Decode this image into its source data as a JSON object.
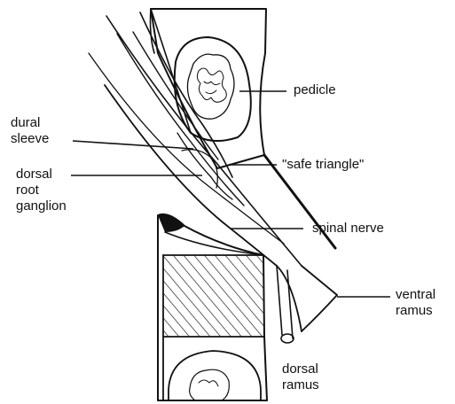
{
  "labels": {
    "pedicle": "pedicle",
    "dural_sleeve_1": "dural",
    "dural_sleeve_2": "sleeve",
    "dorsal_root_ganglion_1": "dorsal",
    "dorsal_root_ganglion_2": "root",
    "dorsal_root_ganglion_3": "ganglion",
    "safe_triangle": "\"safe triangle\"",
    "spinal_nerve": "spinal nerve",
    "ventral_ramus_1": "ventral",
    "ventral_ramus_2": "ramus",
    "dorsal_ramus_1": "dorsal",
    "dorsal_ramus_2": "ramus"
  },
  "colors": {
    "ink": "#111111",
    "background": "#ffffff"
  }
}
